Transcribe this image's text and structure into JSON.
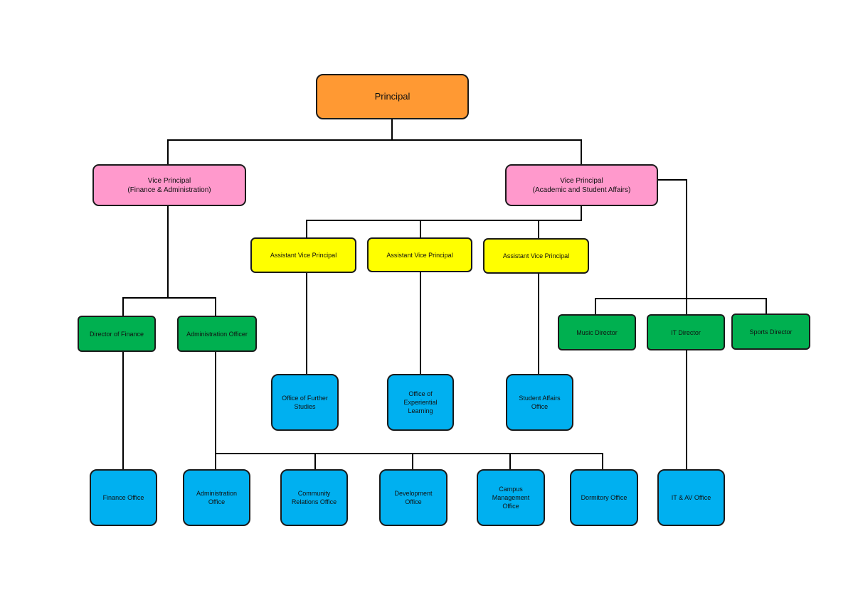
{
  "colors": {
    "principal": "#FF9933",
    "vice_principal": "#FF99CC",
    "assistant_vice_principal": "#FFFF00",
    "director": "#00B050",
    "office": "#00B0F0"
  },
  "principal": {
    "label": "Principal"
  },
  "vice_principals": [
    {
      "label": "Vice Principal\n(Finance & Administration)"
    },
    {
      "label": "Vice Principal\n(Academic and Student Affairs)"
    }
  ],
  "assistant_vice_principals": [
    {
      "label": "Assistant Vice Principal"
    },
    {
      "label": "Assistant Vice Principal"
    },
    {
      "label": "Assistant Vice Principal"
    }
  ],
  "directors": [
    {
      "label": "Director of Finance"
    },
    {
      "label": "Administration Officer"
    },
    {
      "label": "Music Director"
    },
    {
      "label": "IT Director"
    },
    {
      "label": "Sports Director"
    }
  ],
  "offices": [
    {
      "label": "Office of Further\nStudies"
    },
    {
      "label": "Office of\nExperiential\nLearning"
    },
    {
      "label": "Student  Affairs\nOffice"
    },
    {
      "label": "Finance Office"
    },
    {
      "label": "Administration\nOffice"
    },
    {
      "label": "Community\nRelations Office"
    },
    {
      "label": "Development\nOffice"
    },
    {
      "label": "Campus\nManagement\nOffice"
    },
    {
      "label": "Dormitory Office"
    },
    {
      "label": "IT & AV Office"
    }
  ]
}
